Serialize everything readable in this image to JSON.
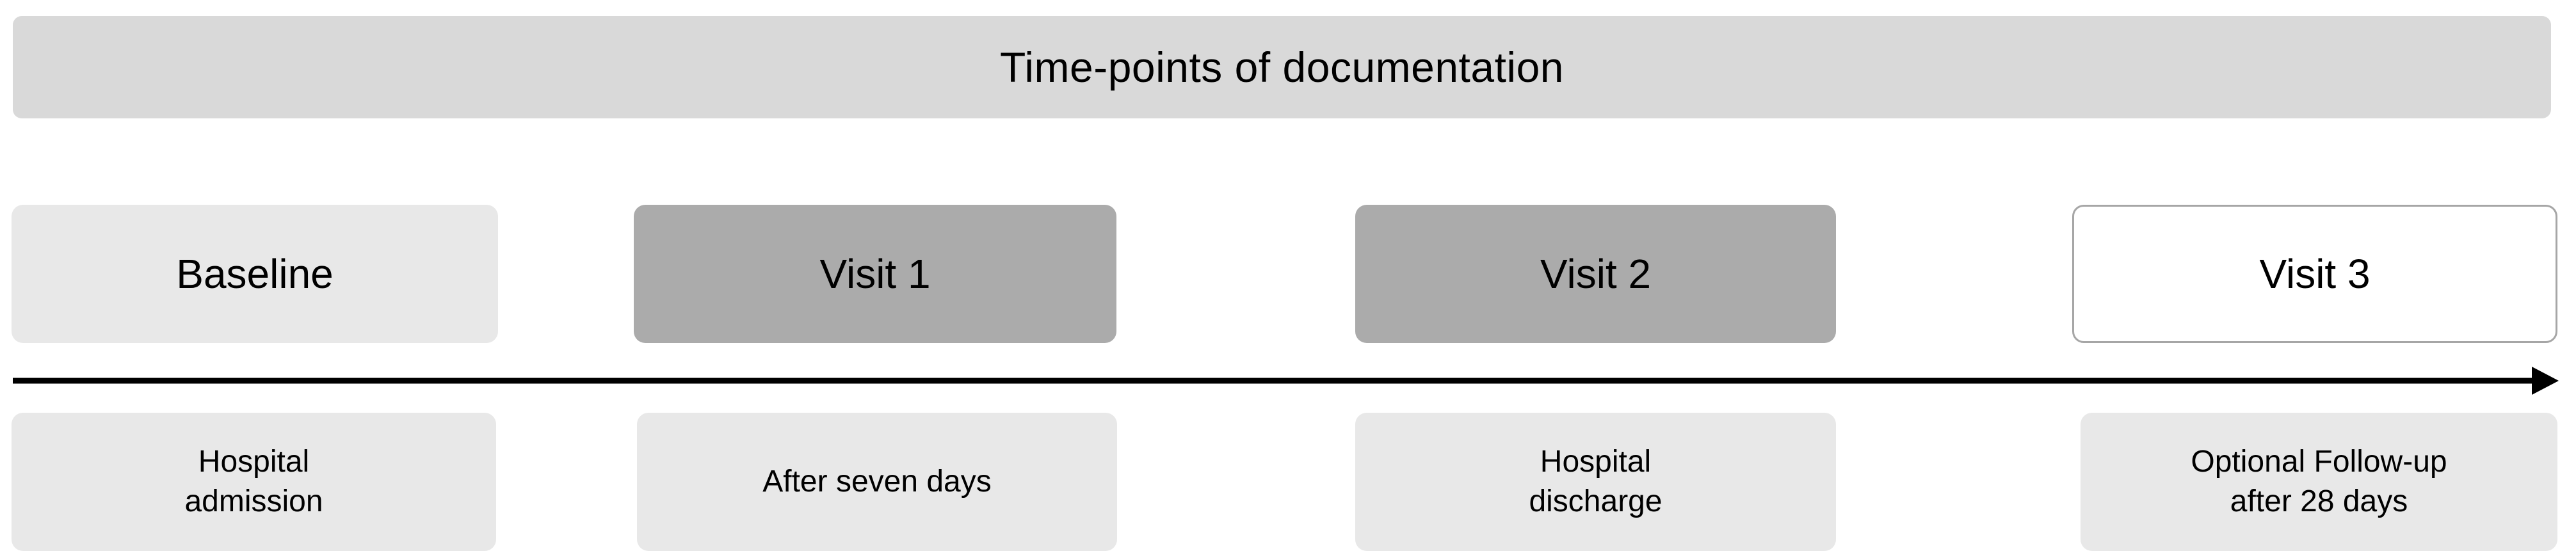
{
  "header": {
    "title": "Time-points of documentation",
    "fill_color": "#D9D9D9"
  },
  "timeline": {
    "arrow_color": "#000000",
    "direction": "left-to-right",
    "visits": [
      {
        "label": "Baseline",
        "fill_color": "#E8E8E8",
        "style": "light",
        "caption_lines": [
          "Hospital",
          "admission"
        ]
      },
      {
        "label": "Visit 1",
        "fill_color": "#ABABAB",
        "style": "dark",
        "caption_lines": [
          "After seven days"
        ]
      },
      {
        "label": "Visit 2",
        "fill_color": "#ABABAB",
        "style": "dark",
        "caption_lines": [
          "Hospital",
          "discharge"
        ]
      },
      {
        "label": "Visit 3",
        "fill_color": "#FFFFFF",
        "border_color": "#A6A6A6",
        "style": "outline",
        "caption_lines": [
          "Optional Follow-up",
          "after 28 days"
        ]
      }
    ]
  }
}
